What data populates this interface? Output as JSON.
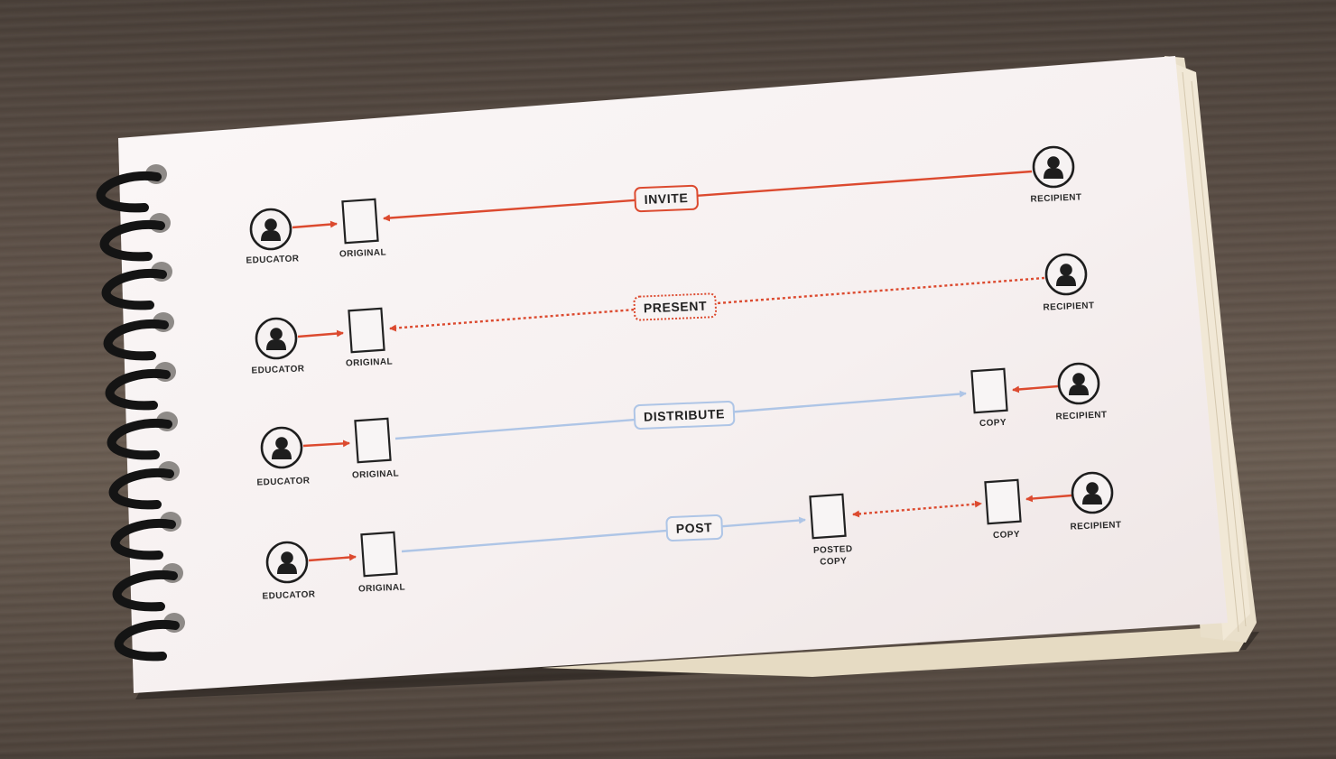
{
  "colors": {
    "accent_red": "#dc4a2f",
    "accent_blue": "#aec5e6",
    "ink": "#2a2a2a",
    "page": "#f6f1f1",
    "table": "#564a42",
    "binding": "#151515"
  },
  "icons": [
    "person-icon",
    "document-icon"
  ],
  "rows": [
    {
      "label": "INVITE",
      "style": "solid-red",
      "educator": "EDUCATOR",
      "original": "ORIGINAL",
      "recipient": "RECIPIENT"
    },
    {
      "label": "PRESENT",
      "style": "dotted-red",
      "educator": "EDUCATOR",
      "original": "ORIGINAL",
      "recipient": "RECIPIENT"
    },
    {
      "label": "DISTRIBUTE",
      "style": "solid-blue",
      "educator": "EDUCATOR",
      "original": "ORIGINAL",
      "copy": "COPY",
      "recipient": "RECIPIENT"
    },
    {
      "label": "POST",
      "style": "solid-blue",
      "educator": "EDUCATOR",
      "original": "ORIGINAL",
      "posted_copy_line1": "POSTED",
      "posted_copy_line2": "COPY",
      "copy": "COPY",
      "recipient": "RECIPIENT"
    }
  ]
}
